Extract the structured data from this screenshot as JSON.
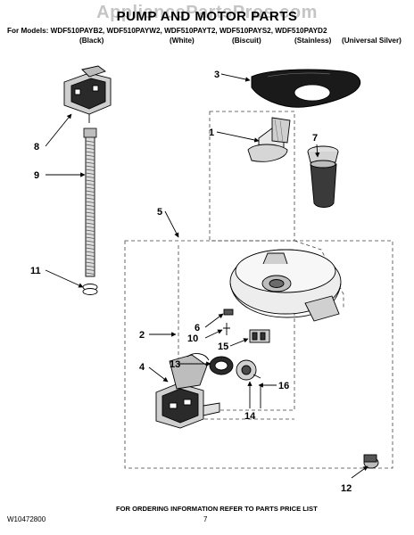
{
  "header": {
    "watermark": "AppliancePartsPros.com",
    "title": "PUMP AND MOTOR PARTS",
    "models_line": "For Models: WDF510PAYB2, WDF510PAYW2, WDF510PAYT2, WDF510PAYS2, WDF510PAYD2",
    "colors": [
      "(Black)",
      "(White)",
      "(Biscuit)",
      "(Stainless)",
      "(Universal Silver)"
    ]
  },
  "callouts": [
    "1",
    "2",
    "3",
    "4",
    "5",
    "6",
    "7",
    "8",
    "9",
    "10",
    "11",
    "12",
    "13",
    "14",
    "15",
    "16"
  ],
  "footer": {
    "doc_number": "W10472800",
    "ordering_note": "FOR ORDERING INFORMATION REFER TO PARTS PRICE LIST",
    "page_number": "7"
  }
}
